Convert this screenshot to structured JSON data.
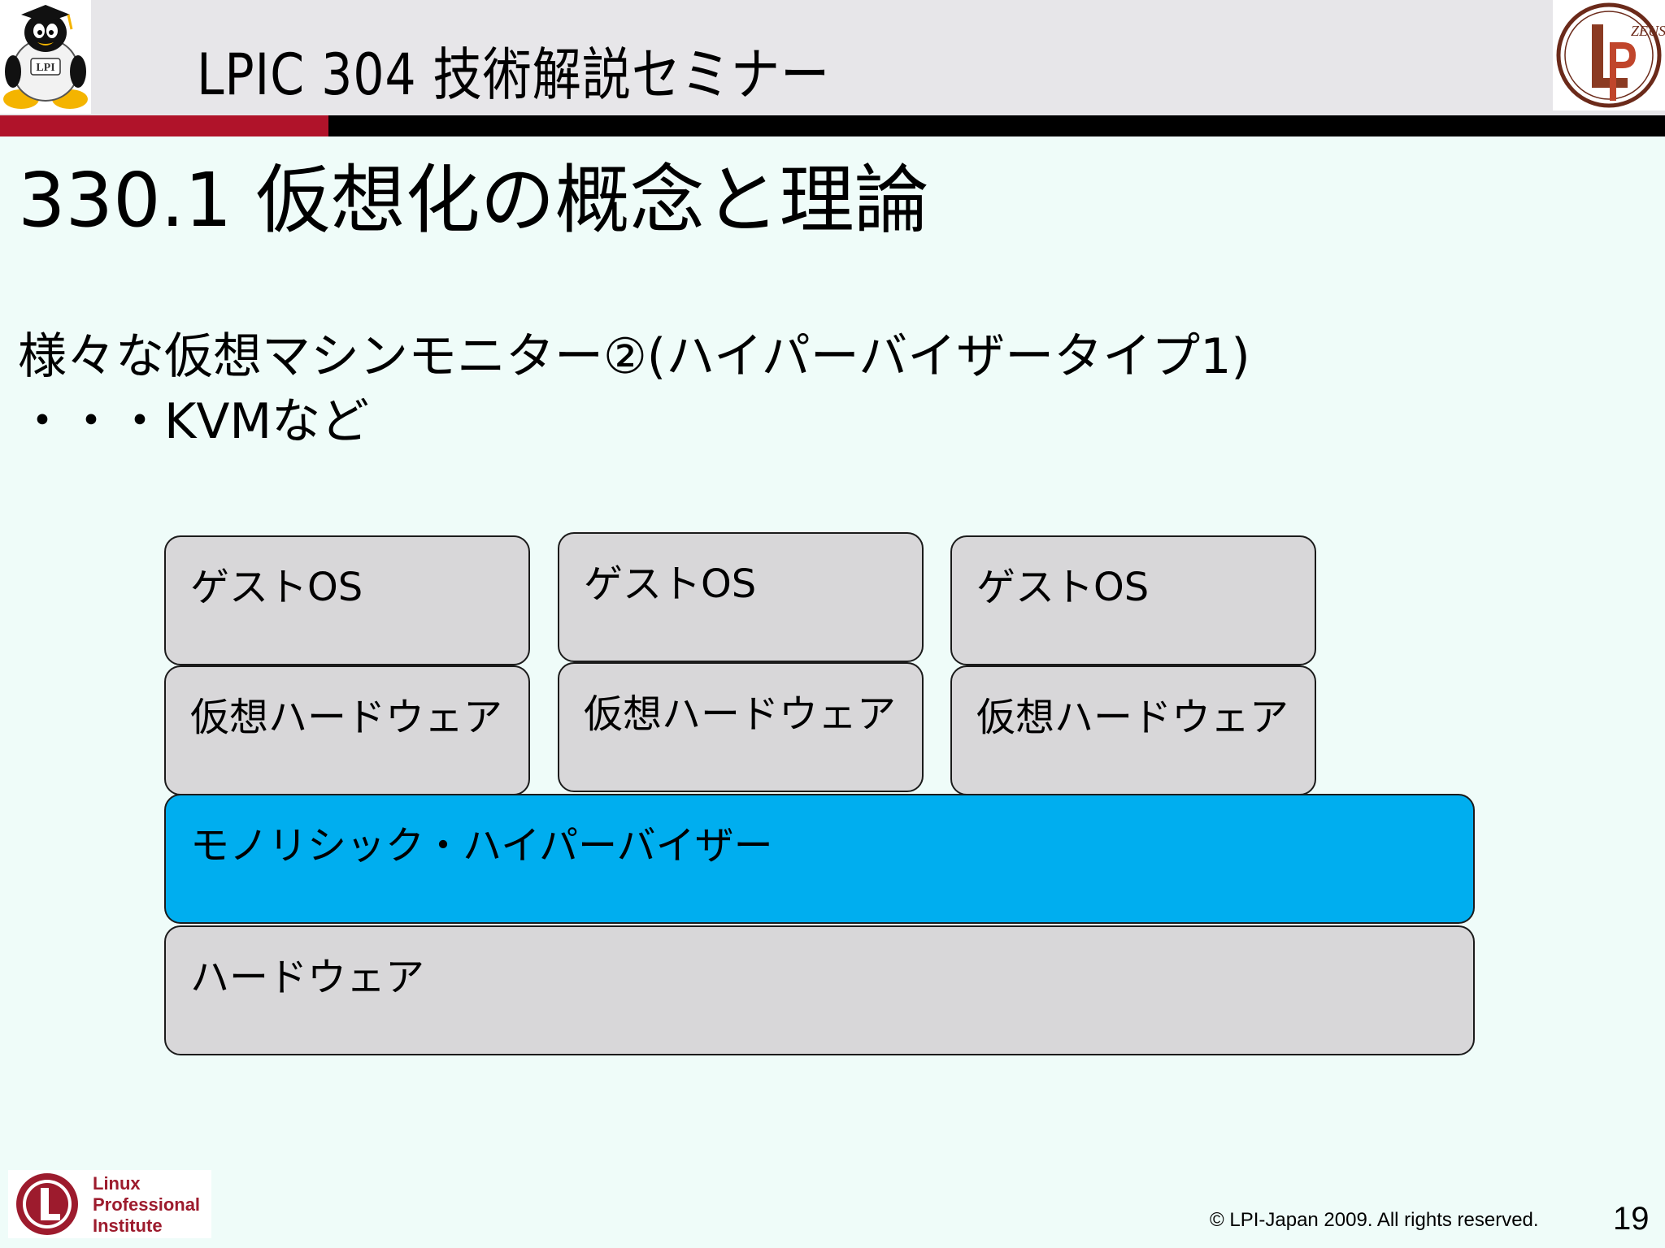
{
  "header": {
    "title": "LPIC 304 技術解説セミナー"
  },
  "logos": {
    "mascot_badge": "LPI",
    "zeus_badge": "ZEUS"
  },
  "slide": {
    "title": "330.1 仮想化の概念と理論",
    "line1": "様々な仮想マシンモニター②(ハイパーバイザータイプ1)",
    "line2": "・・・KVMなど"
  },
  "diagram": {
    "guest_os": [
      "ゲストOS",
      "ゲストOS",
      "ゲストOS"
    ],
    "virtual_hw": [
      "仮想ハードウェア",
      "仮想ハードウェア",
      "仮想ハードウェア"
    ],
    "hypervisor": "モノリシック・ハイパーバイザー",
    "hardware": "ハードウェア"
  },
  "footer": {
    "lpi_line1": "Linux",
    "lpi_line2": "Professional",
    "lpi_line3": "Institute",
    "copyright": "© LPI-Japan 2009. All rights reserved.",
    "page": "19"
  },
  "colors": {
    "background": "#effcf9",
    "header": "#e7e6e9",
    "accent_red": "#b0132a",
    "box_gray": "#d8d7d9",
    "box_blue": "#00aeef"
  }
}
